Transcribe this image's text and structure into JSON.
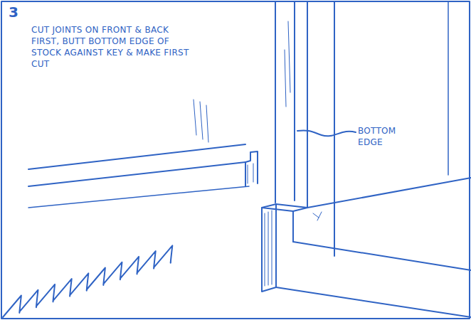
{
  "diagram": {
    "labels": [
      "3",
      "CUT JOINTS ON FRONT & BACK FIRST, BUTT BOTTOM EDGE OF STOCK AGAINST KEY & MAKE FIRST CUT",
      "BOTTOM EDGE"
    ]
  }
}
